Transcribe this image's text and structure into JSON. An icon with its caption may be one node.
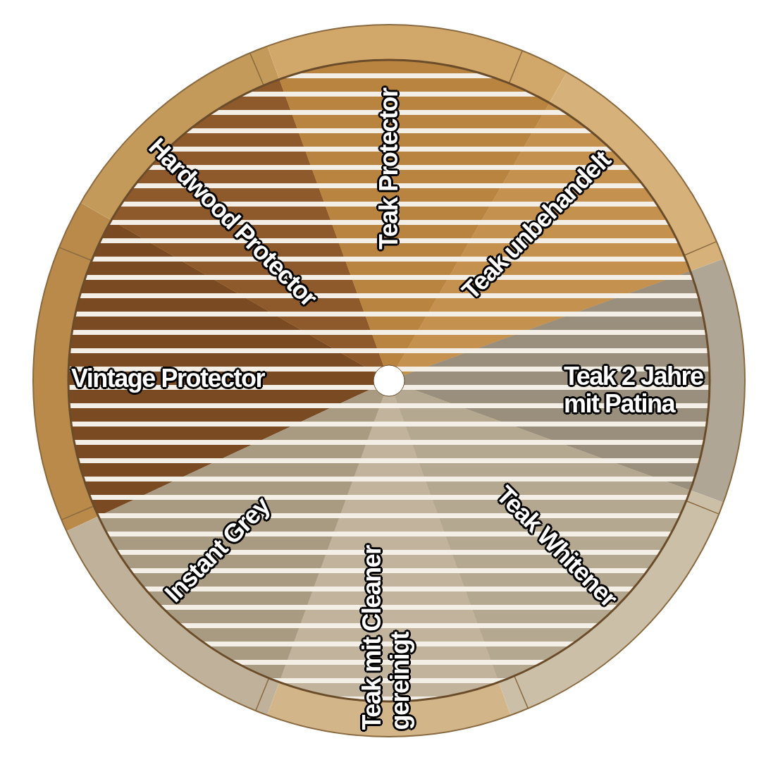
{
  "diagram": {
    "labels": [
      "Hardwood Protector",
      "Teak Protector",
      "Teak unbehandelt",
      "Vintage Protector",
      "Teak 2 Jahre mit Patina",
      "Instant Grey",
      "Teak mit Cleaner gereinigt",
      "Teak Whitener"
    ]
  }
}
